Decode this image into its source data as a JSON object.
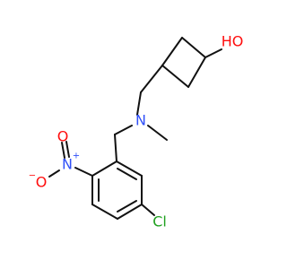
{
  "molecule": {
    "atoms": {
      "hydroxyl": {
        "text": "HO",
        "color": "#ff0d0d"
      },
      "amine": {
        "text": "N",
        "color": "#3050f8"
      },
      "nitro_n": {
        "text": "N",
        "color": "#3050f8",
        "charge": "+"
      },
      "nitro_o_top": {
        "text": "O",
        "color": "#ff0d0d"
      },
      "nitro_o_bottom": {
        "text": "O",
        "color": "#ff0d0d",
        "charge": "−"
      },
      "chloro": {
        "text": "Cl",
        "color": "#1fa01f"
      }
    },
    "bond_color": "#111111"
  }
}
